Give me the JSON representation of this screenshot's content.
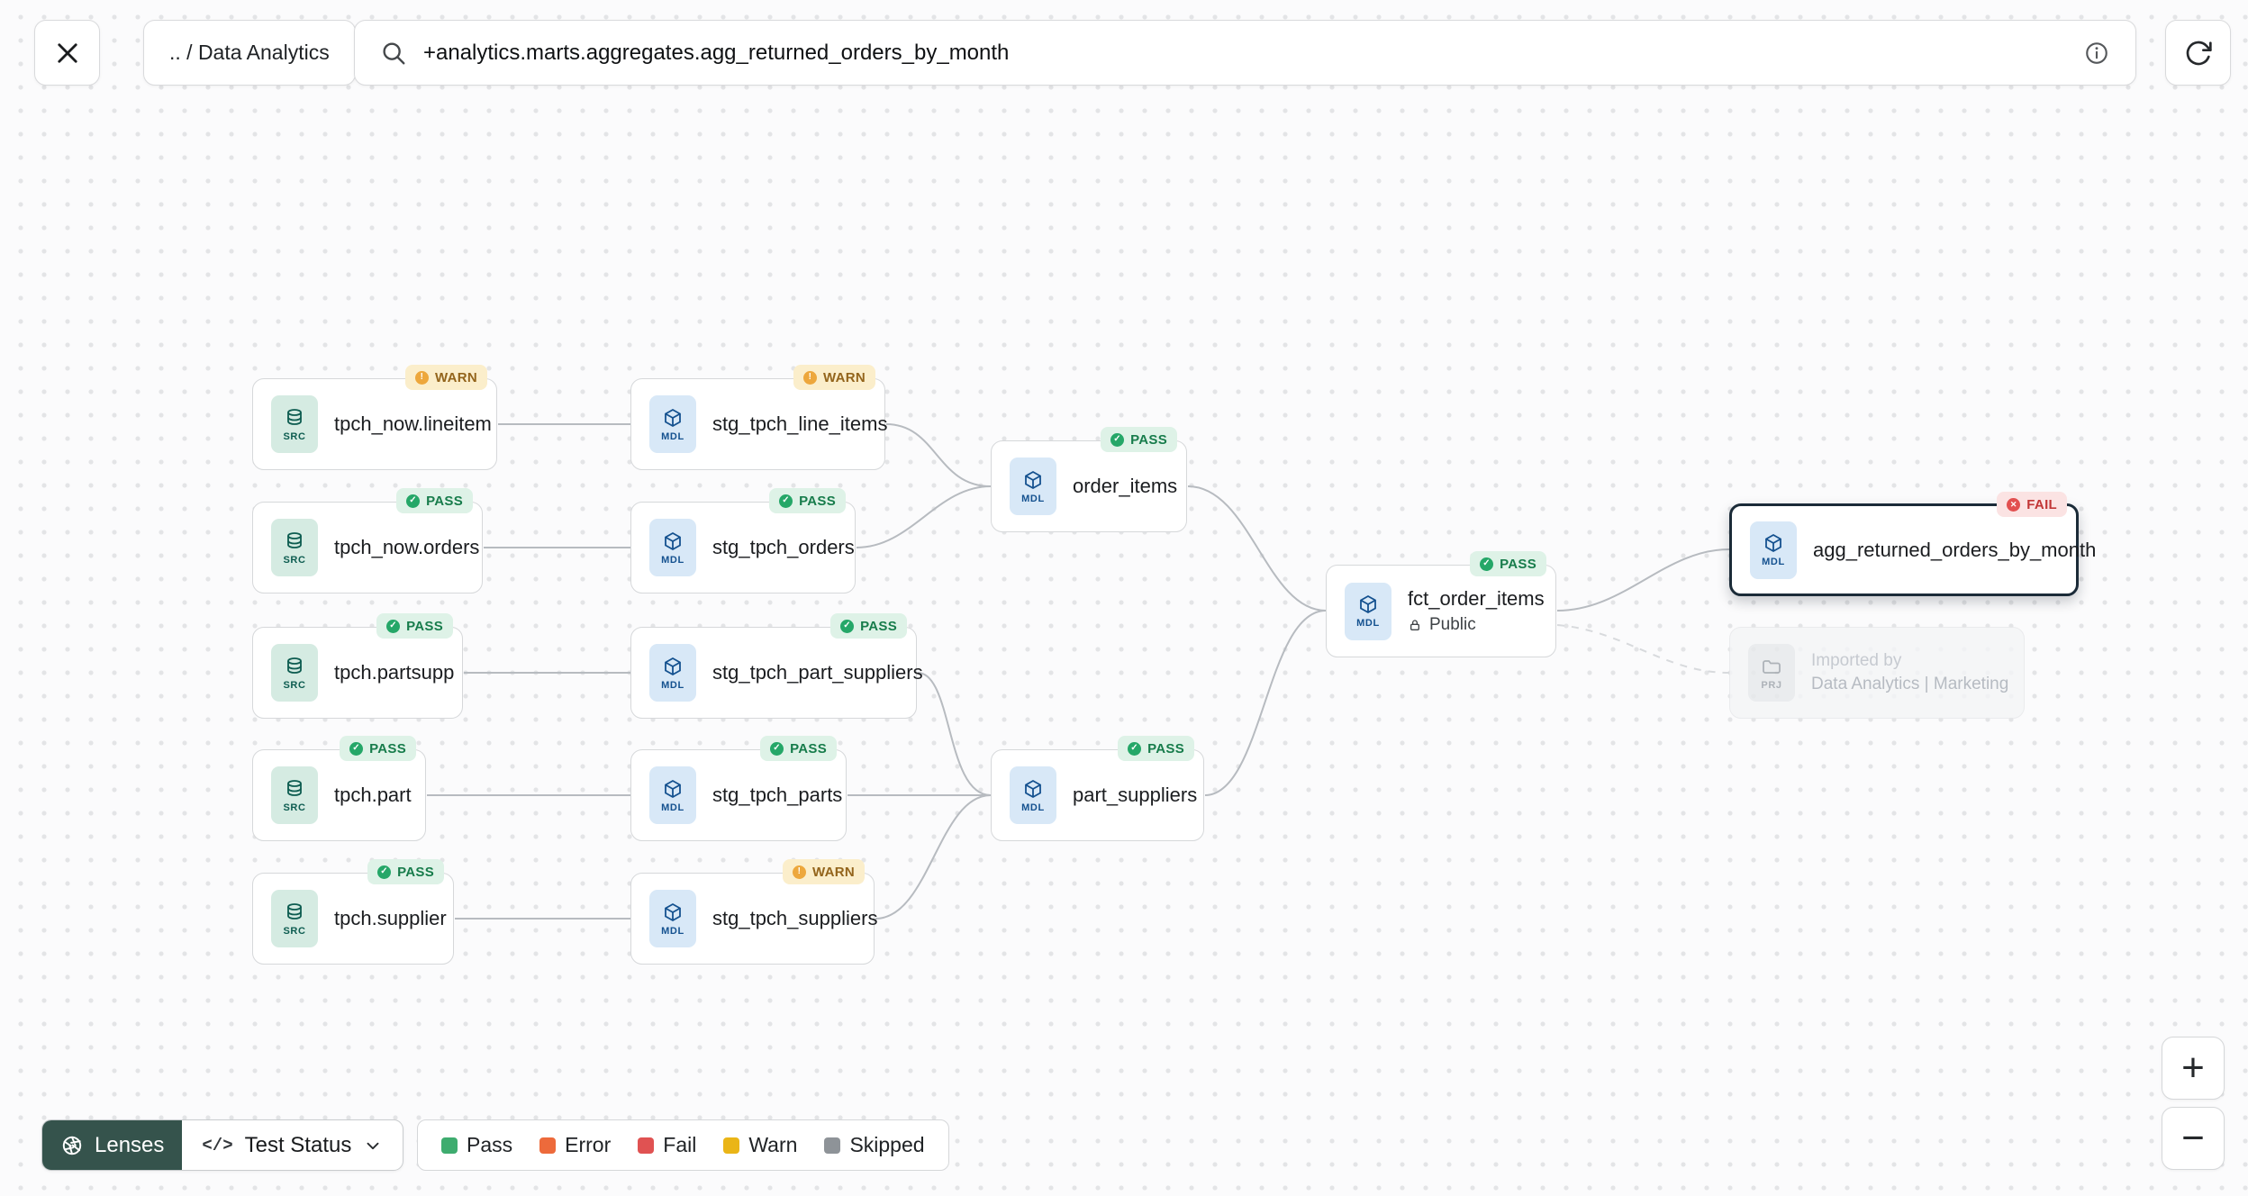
{
  "topbar": {
    "breadcrumb": ".. / Data Analytics",
    "search_value": "+analytics.marts.aggregates.agg_returned_orders_by_month"
  },
  "nodes": [
    {
      "label": "tpch_now.lineitem",
      "type": "SRC",
      "status": "WARN"
    },
    {
      "label": "stg_tpch_line_items",
      "type": "MDL",
      "status": "WARN"
    },
    {
      "label": "order_items",
      "type": "MDL",
      "status": "PASS"
    },
    {
      "label": "tpch_now.orders",
      "type": "SRC",
      "status": "PASS"
    },
    {
      "label": "stg_tpch_orders",
      "type": "MDL",
      "status": "PASS"
    },
    {
      "label": "tpch.partsupp",
      "type": "SRC",
      "status": "PASS"
    },
    {
      "label": "stg_tpch_part_suppliers",
      "type": "MDL",
      "status": "PASS"
    },
    {
      "label": "fct_order_items",
      "type": "MDL",
      "status": "PASS",
      "access": "Public"
    },
    {
      "label": "agg_returned_orders_by_month",
      "type": "MDL",
      "status": "FAIL",
      "selected": true
    },
    {
      "label": "tpch.part",
      "type": "SRC",
      "status": "PASS"
    },
    {
      "label": "stg_tpch_parts",
      "type": "MDL",
      "status": "PASS"
    },
    {
      "label": "part_suppliers",
      "type": "MDL",
      "status": "PASS"
    },
    {
      "label": "tpch.supplier",
      "type": "SRC",
      "status": "PASS"
    },
    {
      "label": "stg_tpch_suppliers",
      "type": "MDL",
      "status": "WARN"
    }
  ],
  "ghost_node": {
    "type": "PRJ",
    "caption": "Imported by",
    "project": "Data Analytics | Marketing"
  },
  "lenses": {
    "button_label": "Lenses",
    "active_lens": "Test Status"
  },
  "legend": {
    "items": [
      {
        "label": "Pass",
        "color": "#3EAC6F"
      },
      {
        "label": "Error",
        "color": "#ED6A3B"
      },
      {
        "label": "Fail",
        "color": "#E05252"
      },
      {
        "label": "Warn",
        "color": "#EAB517"
      },
      {
        "label": "Skipped",
        "color": "#8E9398"
      }
    ]
  },
  "zoom": {
    "in_label": "+",
    "out_label": "−"
  }
}
